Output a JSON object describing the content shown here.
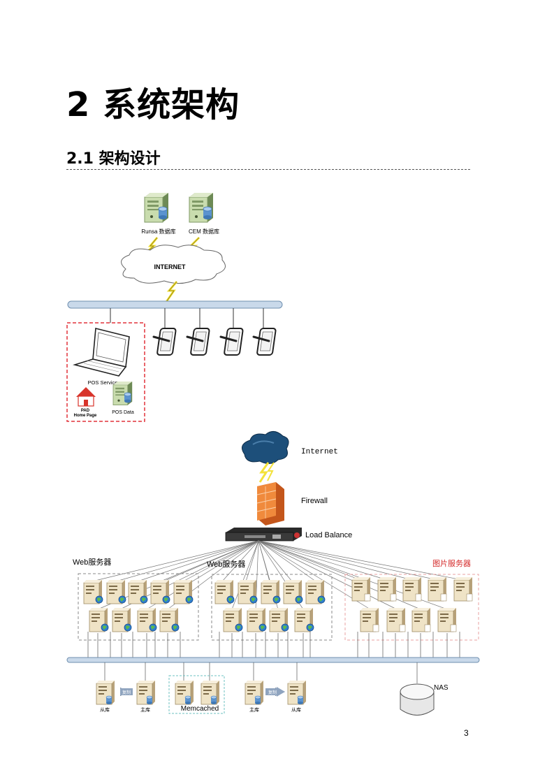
{
  "document": {
    "chapter_title": "2 系统架构",
    "section_title": "2.1  架构设计",
    "page_number": "3"
  },
  "diagram1": {
    "db_labels": [
      "Runsa 数据库",
      "CEM 数据库"
    ],
    "internet_label": "INTERNET",
    "pos_service_label": "POS Service",
    "pad_label_line1": "PAD",
    "pad_label_line2": "Home Page",
    "pos_data_label": "POS Data"
  },
  "diagram2": {
    "internet_label": "Internet",
    "firewall_label": "Firewall",
    "load_balance_label": "Load Balance",
    "web_group1_label": "Web服务器",
    "web_group2_label": "Web服务器",
    "image_group_label": "图片服务器",
    "slave1_label": "从库",
    "copy1_label": "复制",
    "master1_label": "主库",
    "memcached_label": "Memcached",
    "master2_label": "主库",
    "copy2_label": "复制",
    "slave2_label": "从库",
    "nas_label": "NAS"
  },
  "colors": {
    "bus_fill": "#c9d9ea",
    "bus_stroke": "#6f8faf",
    "dashed_red": "#e2323a",
    "dashed_gray": "#888888",
    "dashed_pink": "#e8a0a0",
    "memcached_border": "#6cc0c0",
    "lightning": "#f3e23a",
    "server_beige": "#e9d9b6",
    "firewall_orange": "#f08a3c",
    "cloud_dark": "#1d4f7a",
    "image_label_red": "#d42a2a"
  }
}
